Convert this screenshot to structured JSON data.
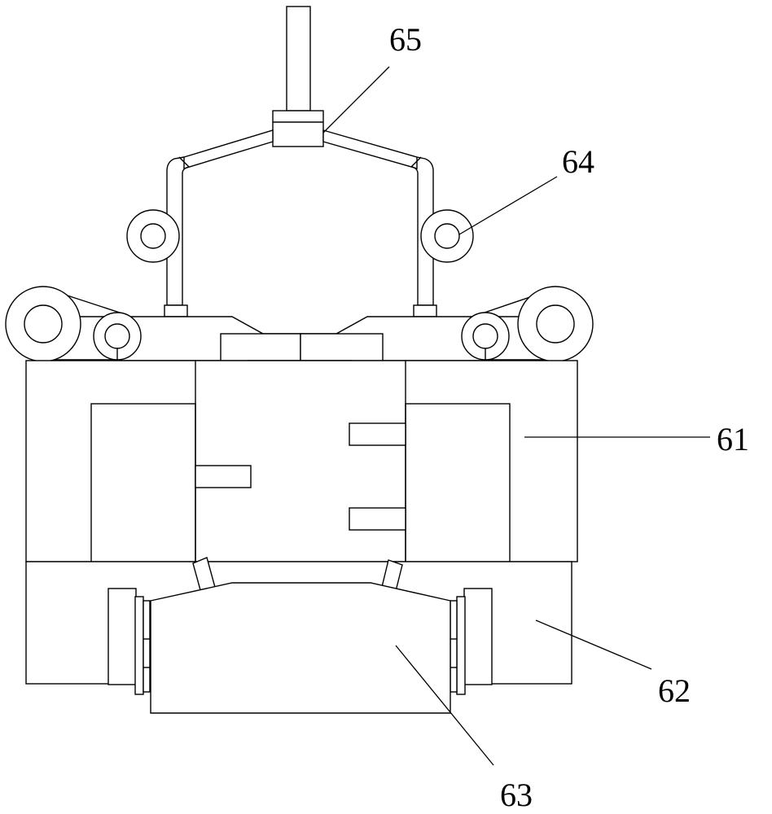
{
  "figure": {
    "labels": {
      "label_61": "61",
      "label_62": "62",
      "label_63": "63",
      "label_64": "64",
      "label_65": "65"
    },
    "line_color": "#000000",
    "background_color": "#ffffff"
  }
}
